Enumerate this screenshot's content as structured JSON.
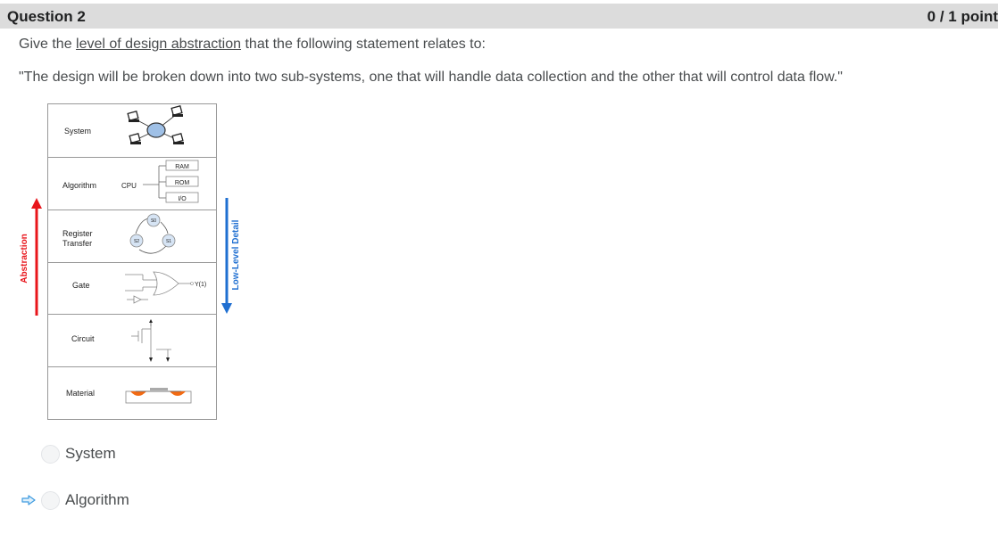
{
  "question": {
    "title": "Question 2",
    "score": "0 / 1 point",
    "prompt_before": "Give the ",
    "prompt_link": "level of design abstraction",
    "prompt_after": " that the following statement relates to:",
    "statement": "\"The design will be broken down into two sub-systems, one that will handle data collection and the other that will control data flow.\""
  },
  "figure": {
    "left_axis_label": "Abstraction",
    "right_axis_label": "Low-Level Detail",
    "levels": [
      "System",
      "Algorithm",
      "Register",
      "Transfer",
      "Gate",
      "Circuit",
      "Material"
    ],
    "algorithm_parts": {
      "cpu": "CPU",
      "ram": "RAM",
      "rom": "ROM",
      "io": "I/O"
    },
    "states": {
      "s0": "S0",
      "s1": "S1",
      "s2": "S2"
    },
    "gate_output": "Y(1)",
    "colors": {
      "abstraction": "#e8151b",
      "detail": "#1f6fd1",
      "doping": "#f26a13"
    }
  },
  "options": [
    {
      "label": "System",
      "selected": false
    },
    {
      "label": "Algorithm",
      "selected": false,
      "marked_correct": true
    }
  ],
  "colors": {
    "header_bg": "#dcdcdc",
    "correct_arrow": "#3f9be0"
  }
}
